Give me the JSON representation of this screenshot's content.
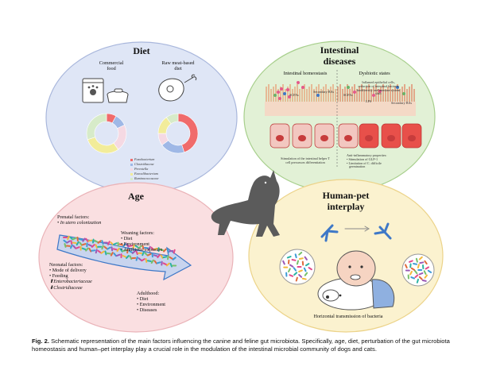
{
  "diet": {
    "title": "Diet",
    "commercial_label": "Commercial\nfood",
    "raw_label": "Raw meat-based\ndiet",
    "legend": [
      {
        "label": "Fusobacterium",
        "color": "#f06b6b"
      },
      {
        "label": "Clostridiaceae",
        "color": "#9fb8e6"
      },
      {
        "label": "Prevotella",
        "color": "#f5d9e3"
      },
      {
        "label": "Faecalibacterium",
        "color": "#f2ec9a"
      },
      {
        "label": "Ruminococcaceae",
        "color": "#d7ebc9"
      }
    ],
    "donut_commercial": [
      {
        "name": "Fusobacterium",
        "value": 8,
        "color": "#f06b6b"
      },
      {
        "name": "Clostridiaceae",
        "value": 10,
        "color": "#9fb8e6"
      },
      {
        "name": "Prevotella",
        "value": 22,
        "color": "#f5d9e3"
      },
      {
        "name": "Faecalibacterium",
        "value": 30,
        "color": "#f2ec9a"
      },
      {
        "name": "Ruminococcaceae",
        "value": 30,
        "color": "#d7ebc9"
      }
    ],
    "donut_raw": [
      {
        "name": "Fusobacterium",
        "value": 45,
        "color": "#f06b6b"
      },
      {
        "name": "Clostridiaceae",
        "value": 20,
        "color": "#9fb8e6"
      },
      {
        "name": "Prevotella",
        "value": 10,
        "color": "#f5d9e3"
      },
      {
        "name": "Faecalibacterium",
        "value": 15,
        "color": "#f2ec9a"
      },
      {
        "name": "Ruminococcaceae",
        "value": 10,
        "color": "#d7ebc9"
      }
    ]
  },
  "intestinal": {
    "title": "Intestinal\ndiseases",
    "homeostasis_label": "Intestinal homeostasis",
    "dysbiotic_label": "Dysbiotic states",
    "inflamed_note": "Inflamed epithelial cells,\nreduction of intestinal bacteria\nbiodiversity and immune system\nshift",
    "scfas_label": "SCFAs",
    "scfas_label2": "SCFAs",
    "sba_label": "Secondary BAs",
    "sba_label2": "Secondary BAs",
    "lps_label": "LPS",
    "stim_note": "Stimulation of the intestinal helper T\ncell precursors differentiation",
    "anti_title": "Anti-inflammatory properties:",
    "anti_items": [
      "Stimulation of GLP-1",
      "Limitation of C. difficile\n   germination"
    ]
  },
  "age": {
    "title": "Age",
    "prenatal_title": "Prenatal factors:",
    "prenatal_items": [
      "In utero colonization"
    ],
    "weaning_title": "Weaning factors:",
    "weaning_items": [
      "Diet",
      "Environment",
      "Antibiotic exposure"
    ],
    "neonatal_title": "Neonatal factors:",
    "neonatal_items": [
      "Mode of delivery",
      "Feeding"
    ],
    "up_taxon": "Enterobacteriaceae",
    "down_taxon": "Clostridiaceae",
    "adulthood_title": "Adulthood:",
    "adulthood_items": [
      "Diet",
      "Environment",
      "Diseases"
    ]
  },
  "human_pet": {
    "title": "Human-pet\ninterplay",
    "transmission_label": "Horizontal transmission of bacteria"
  },
  "caption": {
    "prefix": "Fig. 2.",
    "text": " Schematic representation of the main factors influencing the canine and feline gut microbiota. Specifically, age, diet, perturbation of the gut microbiota homeostasis and human–pet interplay play a crucial role in the modulation of the intestinal microbial community of dogs and cats."
  },
  "colors": {
    "diet_fill": "#dfe6f6",
    "diet_stroke": "#a9b7dc",
    "intestinal_fill": "#e2f1d6",
    "intestinal_stroke": "#a7cf8c",
    "age_fill": "#fadfe1",
    "age_stroke": "#eab3b8",
    "humanpet_fill": "#fbf2cf",
    "humanpet_stroke": "#ecd389",
    "arrow_blue": "#3e78c7"
  }
}
